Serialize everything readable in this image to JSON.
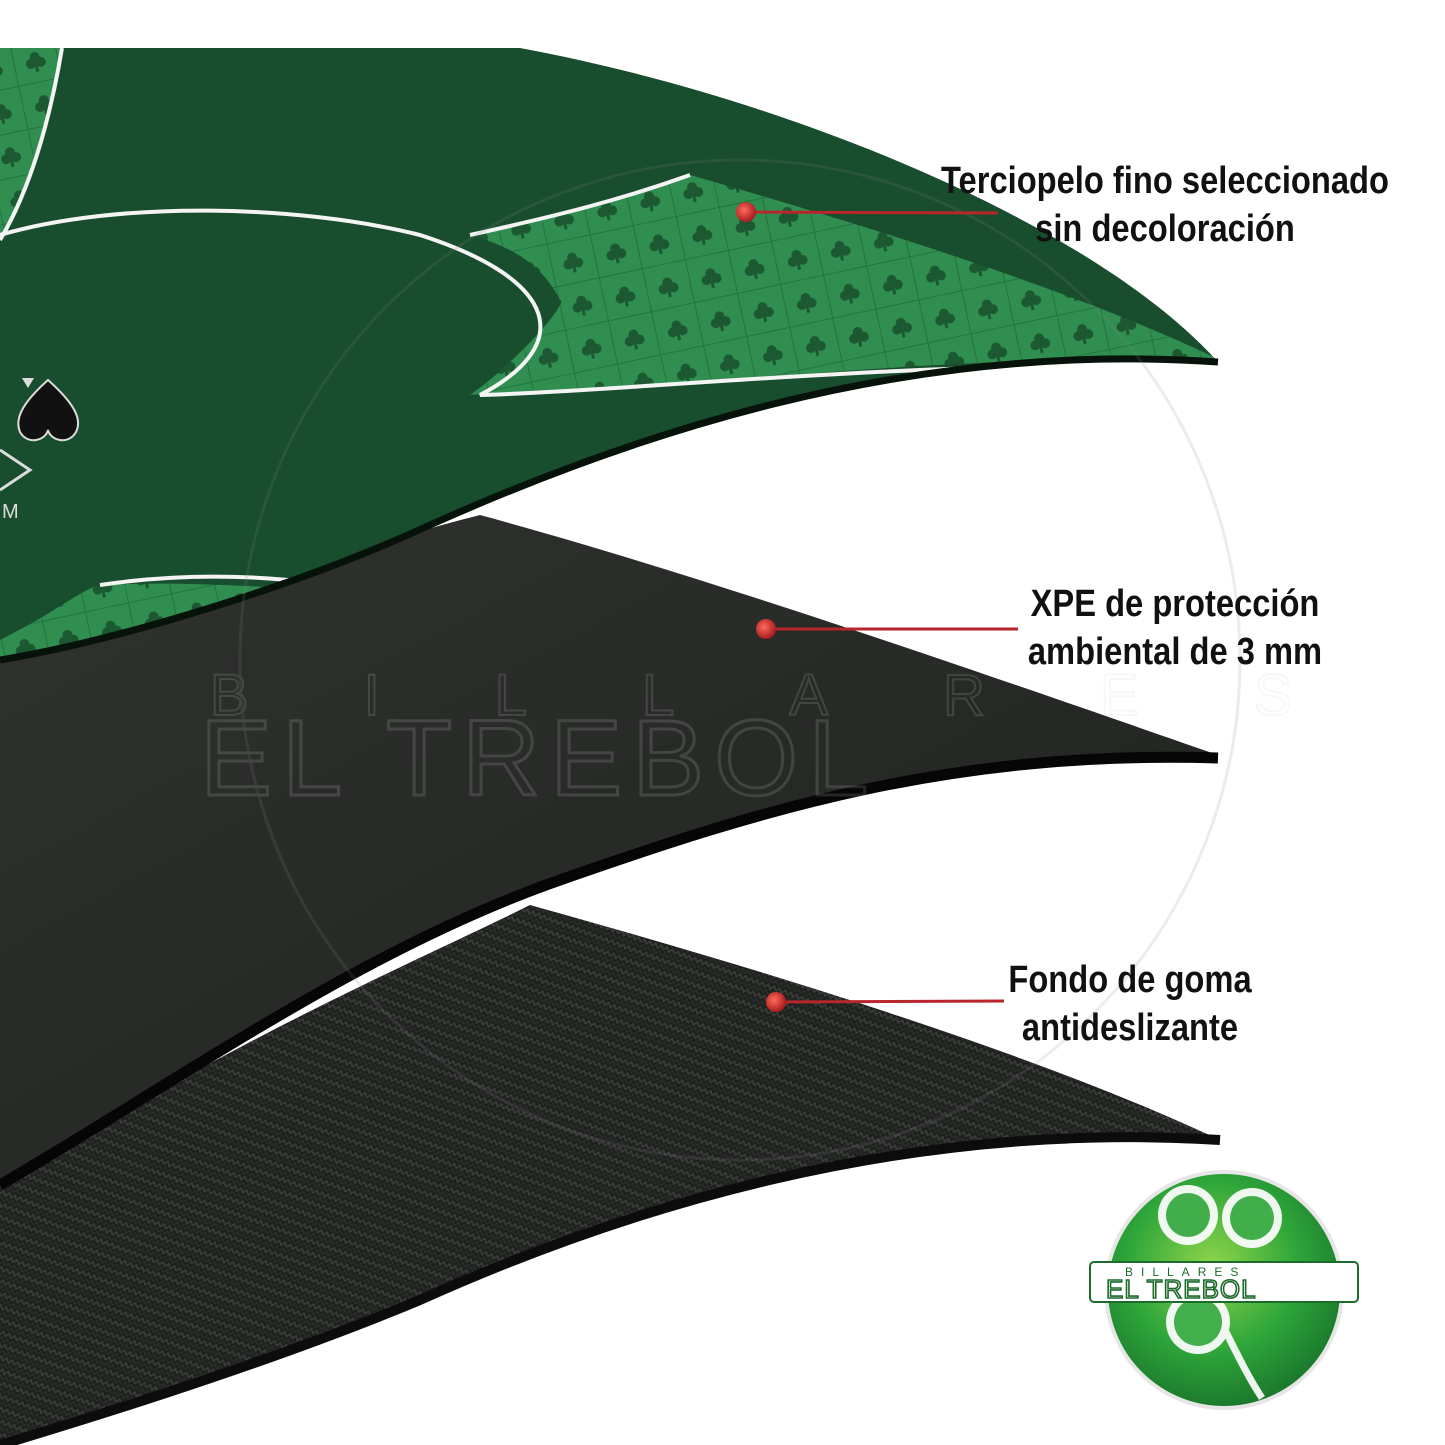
{
  "callouts": [
    {
      "line1": "Terciopelo fino seleccionado",
      "line2": "sin decoloración"
    },
    {
      "line1": "XPE de protección",
      "line2": "ambiental de 3 mm"
    },
    {
      "line1": "Fondo de goma",
      "line2": "antideslizante"
    }
  ],
  "watermark": {
    "top": "BILLARES",
    "bottom": "EL TREBOL"
  },
  "logo": {
    "top": "BILLARES",
    "bottom": "EL TREBOL"
  },
  "mat_letter": "M",
  "colors": {
    "felt_dark": "#184d2e",
    "felt_light": "#2f8e50",
    "foam": "#2a2c2a",
    "rubber": "#1d1f1d",
    "pointer": "#b8262b",
    "logo_green": "#27a037"
  }
}
